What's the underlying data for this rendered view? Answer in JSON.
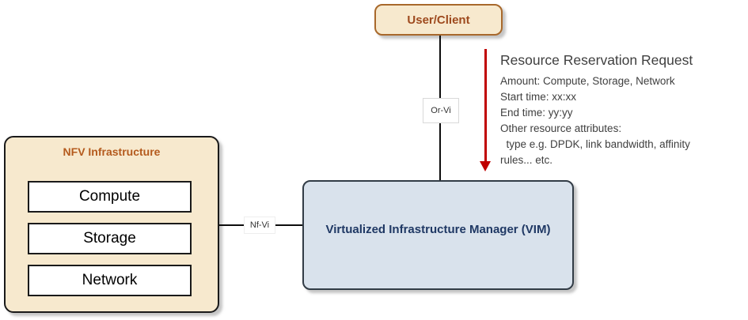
{
  "user_client": {
    "label": "User/Client"
  },
  "nfv_infrastructure": {
    "title": "NFV Infrastructure",
    "components": [
      "Compute",
      "Storage",
      "Network"
    ]
  },
  "vim": {
    "label": "Virtualized Infrastructure Manager (VIM)"
  },
  "links": {
    "or_vi": "Or-Vi",
    "nf_vi": "Nf-Vi"
  },
  "annotation": {
    "title": "Resource Reservation Request",
    "lines": [
      "Amount: Compute, Storage, Network",
      "Start time: xx:xx",
      "End time: yy:yy",
      "Other resource attributes:",
      "  type e.g. DPDK, link bandwidth, affinity",
      "rules... etc."
    ]
  },
  "colors": {
    "cream_fill": "#F7E9CE",
    "user_client_border": "#A8682B",
    "user_client_text": "#9E4A1E",
    "nfvi_title_text": "#B45A1D",
    "dark_border": "#1a1a1a",
    "vim_fill": "#D9E2EC",
    "vim_border": "#323C46",
    "vim_text": "#1F3864",
    "arrow_red": "#C00000",
    "annotation_text": "#3F3F3F"
  }
}
